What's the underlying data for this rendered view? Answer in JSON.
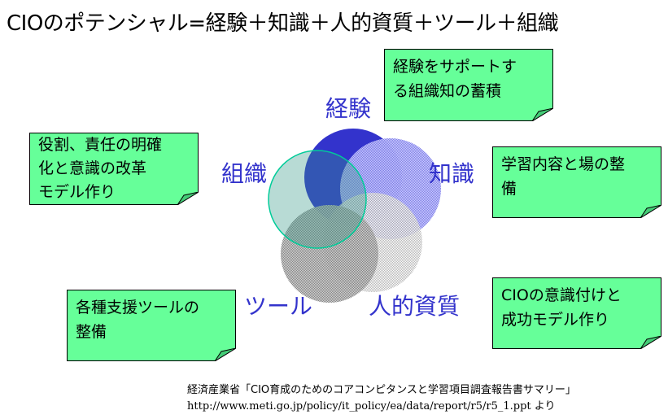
{
  "title": "CIOのポテンシャル=経験＋知識＋人的資質＋ツール＋組織",
  "labels": {
    "experience": "経験",
    "knowledge": "知識",
    "organization": "組織",
    "tools": "ツール",
    "personal_qualities": "人的資質"
  },
  "notes": {
    "experience": [
      "経験をサポートす",
      "る組織知の蓄積"
    ],
    "organization": [
      "役割、責任の明確",
      "化と意識の改革",
      "モデル作り"
    ],
    "knowledge": [
      "学習内容と場の整",
      "備"
    ],
    "tools": [
      "各種支援ツールの",
      "整備"
    ],
    "personal_qualities": [
      "CIOの意識付けと",
      "成功モデル作り"
    ]
  },
  "source": {
    "line1": "経済産業省「CIO育成のためのコアコンピタンスと学習項目調査報告書サマリー」",
    "url": "http://www.meti.go.jp/policy/it_policy/ea/data/report/r5/r5_1.ppt",
    "suffix": "より"
  },
  "colors": {
    "note_bg": "#66ff99",
    "label": "#3333cc",
    "experience_circle": "#3333cc",
    "knowledge_circle": "#ccccff",
    "organization_outline": "#00cc99"
  }
}
